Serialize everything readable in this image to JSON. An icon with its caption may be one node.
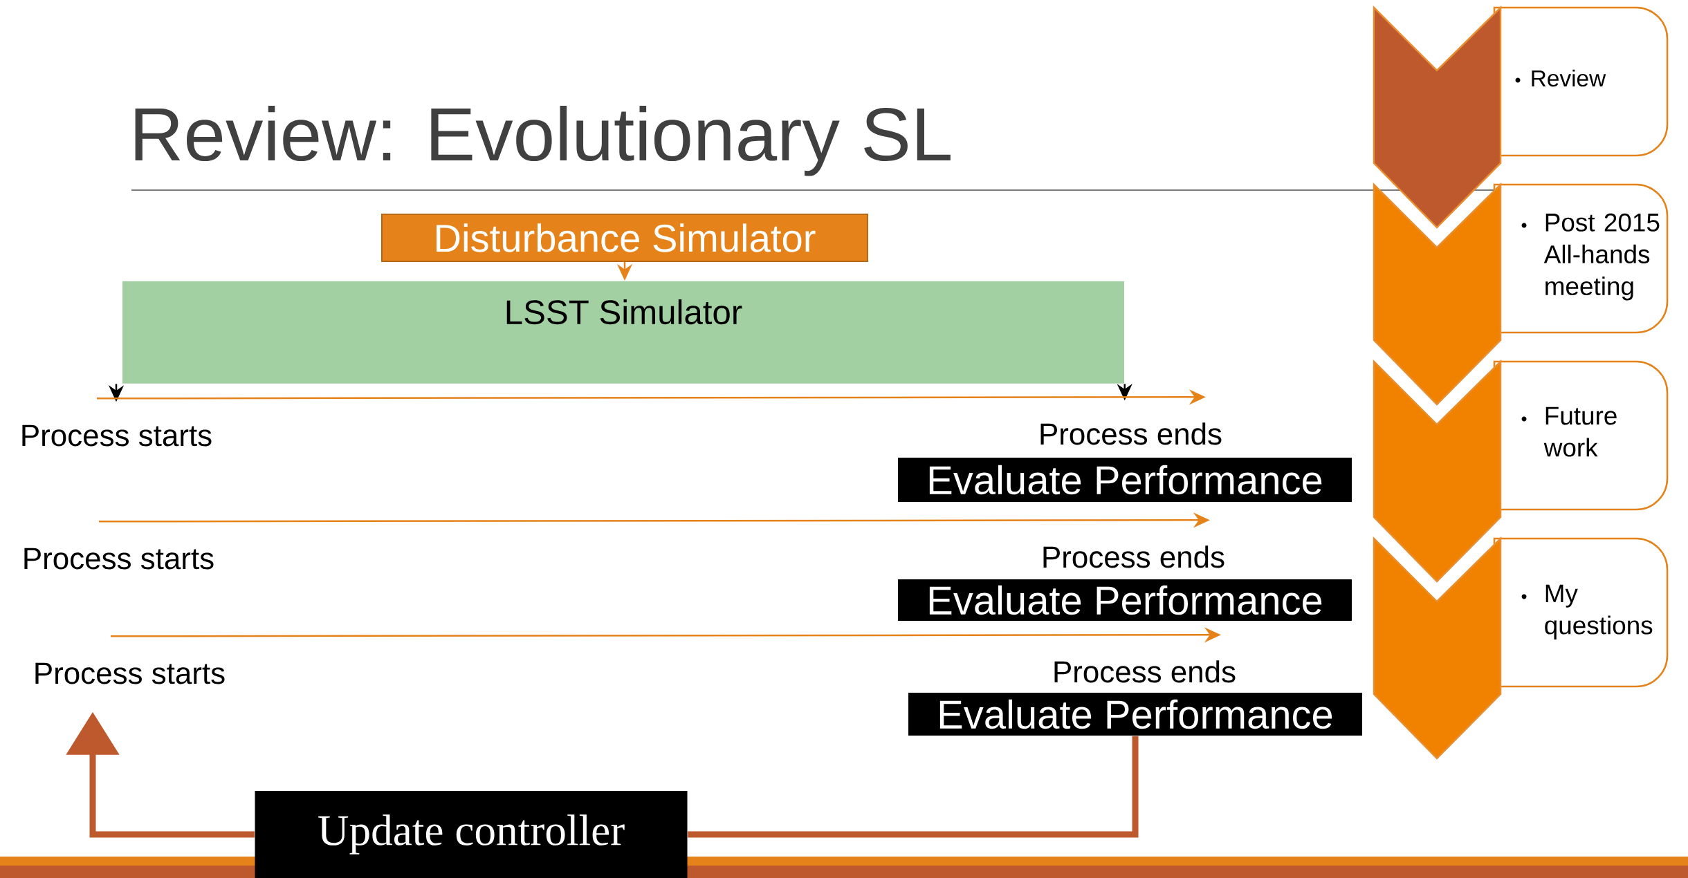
{
  "diagram": {
    "title": "Review: Evolutionary SL",
    "nodes": [
      {
        "text": [
          "Disturbance Simulator"
        ]
      },
      {
        "text": [
          "LSST Simulator"
        ]
      },
      {
        "text": [
          "Process starts"
        ]
      },
      {
        "text": [
          "Process ends"
        ]
      },
      {
        "text": [
          "Evaluate Performance"
        ]
      },
      {
        "text": [
          "Process starts"
        ]
      },
      {
        "text": [
          "Process ends"
        ]
      },
      {
        "text": [
          "Evaluate Performance"
        ]
      },
      {
        "text": [
          "Process starts"
        ]
      },
      {
        "text": [
          "Process ends"
        ]
      },
      {
        "text": [
          "Evaluate Performance"
        ]
      },
      {
        "text": [
          "Update controller"
        ]
      },
      {
        "text": [
          "Review"
        ]
      },
      {
        "text": [
          "Post 2015 All-hands meeting"
        ]
      },
      {
        "text": [
          "Future work"
        ]
      },
      {
        "text": [
          "My questions"
        ]
      }
    ],
    "edges": [
      {
        "from": 0,
        "to": 1,
        "arrow": "to"
      },
      {
        "from": 1,
        "to": 2,
        "arrow": "to",
        "color": "#000000"
      },
      {
        "from": 1,
        "to": 3,
        "arrow": "to",
        "color": "#000000"
      },
      {
        "from": 2,
        "to": 3,
        "arrow": "to"
      },
      {
        "from": 5,
        "to": 6,
        "arrow": "to"
      },
      {
        "from": 8,
        "to": 9,
        "arrow": "to"
      },
      {
        "from": 10,
        "to": 11,
        "arrow": "none",
        "style": "thick",
        "color": "#be582d"
      },
      {
        "from": 11,
        "to": 8,
        "arrow": "to",
        "style": "thick",
        "color": "#be582d"
      }
    ]
  }
}
